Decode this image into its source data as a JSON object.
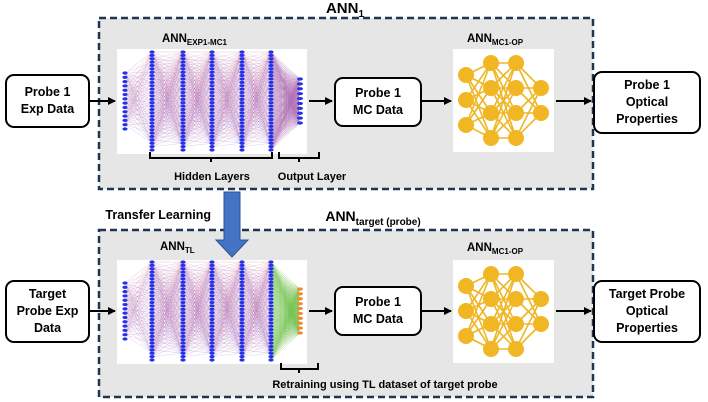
{
  "colors": {
    "panel_fill": "#e6e6e6",
    "panel_border": "#1f3552",
    "neuron_blue": "#2431e8",
    "neuron_orange": "#f2892b",
    "retrain_green": "#6fbf4a",
    "transfer_arrow": "#4472c4",
    "op_net": "#f0b623"
  },
  "top_panel": {
    "title": "ANN",
    "title_sub": "1",
    "network_title": "ANN",
    "network_sub": "EXP1-MC1",
    "op_title": "ANN",
    "op_sub": "MC1-OP",
    "hidden_label": "Hidden Layers",
    "output_label": "Output Layer"
  },
  "bottom_panel": {
    "title": "ANN",
    "title_sub": "target (probe)",
    "network_title": "ANN",
    "network_sub": "TL",
    "op_title": "ANN",
    "op_sub": "MC1-OP",
    "retrain_label": "Retraining using TL dataset of target probe"
  },
  "transfer_label": "Transfer Learning",
  "nodes": {
    "probe1_exp": [
      "Probe 1",
      "Exp Data"
    ],
    "probe1_mc_top": [
      "Probe 1",
      "MC Data"
    ],
    "probe1_optical": [
      "Probe 1",
      "Optical",
      "Properties"
    ],
    "target_exp": [
      "Target",
      "Probe Exp",
      "Data"
    ],
    "probe1_mc_bottom": [
      "Probe 1",
      "MC Data"
    ],
    "target_optical": [
      "Target Probe",
      "Optical",
      "Properties"
    ]
  }
}
